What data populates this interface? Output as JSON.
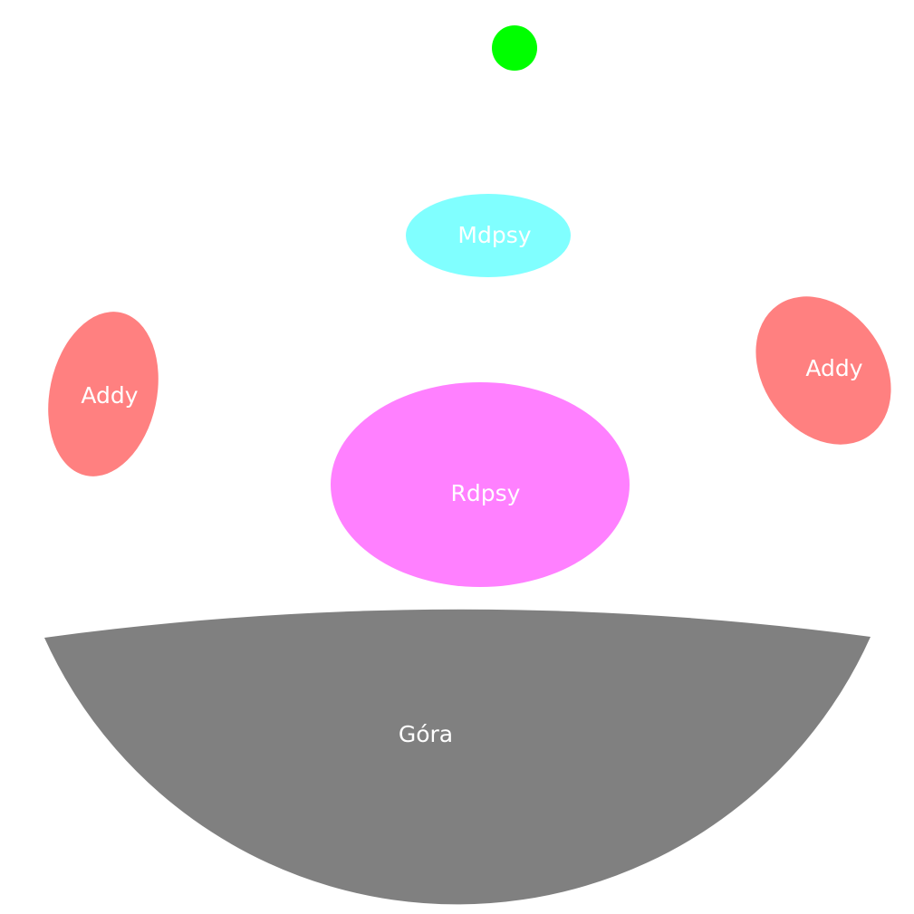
{
  "shapes": {
    "top_dot": {
      "color": "#00ff00"
    },
    "mdpsy": {
      "label": "Mdpsy",
      "color": "#80ffff"
    },
    "addy_left": {
      "label": "Addy",
      "color": "#ff8080"
    },
    "addy_right": {
      "label": "Addy",
      "color": "#ff8080"
    },
    "rdpsy": {
      "label": "Rdpsy",
      "color": "#ff80ff"
    },
    "gora": {
      "label": "Góra",
      "color": "#808080"
    }
  }
}
